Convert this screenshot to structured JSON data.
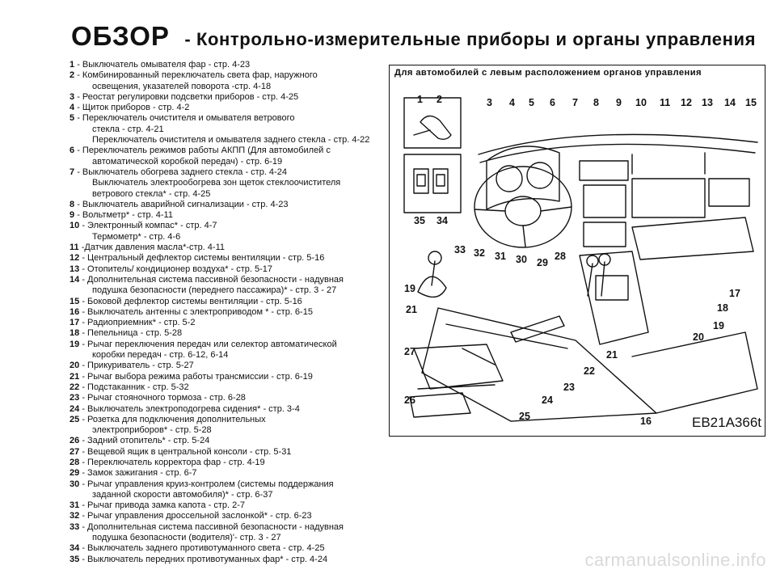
{
  "header": {
    "title": "ОБЗОР",
    "subtitle": "- Контрольно-измерительные приборы и органы управления"
  },
  "items": [
    {
      "num": "1",
      "lines": [
        "- Выключатель омывателя фар - стр. 4-23"
      ]
    },
    {
      "num": "2",
      "lines": [
        "- Комбинированный переключатель света фар, наружного",
        "освещения, указателей поворота -стр. 4-18"
      ]
    },
    {
      "num": "3",
      "lines": [
        "- Реостат регулировки подсветки приборов - стр. 4-25"
      ]
    },
    {
      "num": "4",
      "lines": [
        "- Щиток приборов - стр. 4-2"
      ]
    },
    {
      "num": "5",
      "lines": [
        "- Переключатель очистителя и омывателя ветрового",
        "стекла - стр. 4-21",
        "Переключатель очистителя и омывателя заднего стекла - стр. 4-22"
      ]
    },
    {
      "num": "6",
      "lines": [
        "- Переключатель режимов работы АКПП (Для автомобилей с",
        "автоматической коробкой передач) - стр. 6-19"
      ]
    },
    {
      "num": "7",
      "lines": [
        "- Выключатель обогрева заднего стекла - стр. 4-24",
        "Выключатель электрообогрева зон щеток стеклоочистителя",
        "ветрового стекла* - стр. 4-25"
      ]
    },
    {
      "num": "8",
      "lines": [
        "- Выключатель аварийной сигнализации - стр. 4-23"
      ]
    },
    {
      "num": "9",
      "lines": [
        "- Вольтметр* - стр. 4-11"
      ]
    },
    {
      "num": "10",
      "lines": [
        "- Электронный компас* - стр. 4-7",
        "Термометр* - стр. 4-6"
      ]
    },
    {
      "num": "11",
      "lines": [
        "-Датчик давления масла*-стр. 4-11"
      ]
    },
    {
      "num": "12",
      "lines": [
        "- Центральный дефлектор системы вентиляции - стр. 5-16"
      ]
    },
    {
      "num": "13",
      "lines": [
        "- Отопитель/ кондиционер воздуха* - стр. 5-17"
      ]
    },
    {
      "num": "14",
      "lines": [
        "- Дополнительная система пассивной безопасности - надувная",
        "подушка безопасности (переднего пассажира)* - стр. 3 - 27"
      ]
    },
    {
      "num": "15",
      "lines": [
        "- Боковой дефлектор системы вентиляции - стр. 5-16"
      ]
    },
    {
      "num": "16",
      "lines": [
        "- Выключатель антенны с электроприводом * - стр. 6-15"
      ]
    },
    {
      "num": "17",
      "lines": [
        "- Радиоприемник* - стр. 5-2"
      ]
    },
    {
      "num": "18",
      "lines": [
        "- Пепельница - стр. 5-28"
      ]
    },
    {
      "num": "19",
      "lines": [
        "- Рычаг переключения передач или селектор автоматической",
        "коробки передач - стр. 6-12, 6-14"
      ]
    },
    {
      "num": "20",
      "lines": [
        "- Прикуриватель - стр. 5-27"
      ]
    },
    {
      "num": "21",
      "lines": [
        "- Рычаг выбора режима работы трансмиссии - стр. 6-19"
      ]
    },
    {
      "num": "22",
      "lines": [
        "- Подстаканник - стр. 5-32"
      ]
    },
    {
      "num": "23",
      "lines": [
        "- Рычаг стояночного тормоза - стр. 6-28"
      ]
    },
    {
      "num": "24",
      "lines": [
        "- Выключатель электроподогрева сидения* - стр. 3-4"
      ]
    },
    {
      "num": "25",
      "lines": [
        "- Розетка для подключения дополнительных",
        "электроприборов* - стр. 5-28"
      ]
    },
    {
      "num": "26",
      "lines": [
        "- Задний отопитель* - стр. 5-24"
      ]
    },
    {
      "num": "27",
      "lines": [
        "- Вещевой ящик в центральной консоли - стр. 5-31"
      ]
    },
    {
      "num": "28",
      "lines": [
        "- Переключатель корректора фар - стр. 4-19"
      ]
    },
    {
      "num": "29",
      "lines": [
        "- Замок зажигания - стр. 6-7"
      ]
    },
    {
      "num": "30",
      "lines": [
        "- Рычаг управления круиз-контролем (системы поддержания",
        "заданной скорости автомобиля)* - стр. 6-37"
      ]
    },
    {
      "num": "31",
      "lines": [
        "- Рычаг привода замка капота - стр. 2-7"
      ]
    },
    {
      "num": "32",
      "lines": [
        "- Рычаг управления дроссельной заслонкой* - стр. 6-23"
      ]
    },
    {
      "num": "33",
      "lines": [
        "- Дополнительная система пассивной безопасности - надувная",
        "подушка безопасности (водителя)'- стр. 3 - 27"
      ]
    },
    {
      "num": "34",
      "lines": [
        "- Выключатель заднего противотуманного света - стр. 4-25"
      ]
    },
    {
      "num": "35",
      "lines": [
        "- Выключатель передних противотуманных фар* - стр. 4-24"
      ]
    }
  ],
  "figure": {
    "caption": "Для автомобилей с левым расположением органов управления",
    "code": "EB21A366t",
    "callouts": [
      "1",
      "2",
      "3",
      "4",
      "5",
      "6",
      "7",
      "8",
      "9",
      "10",
      "11",
      "12",
      "13",
      "14",
      "15",
      "35",
      "34",
      "33",
      "32",
      "31",
      "30",
      "29",
      "28",
      "17",
      "18",
      "19",
      "20",
      "21",
      "22",
      "23",
      "24",
      "25",
      "16",
      "19",
      "21",
      "27",
      "26"
    ]
  },
  "watermark": "carmanualsonline.info"
}
